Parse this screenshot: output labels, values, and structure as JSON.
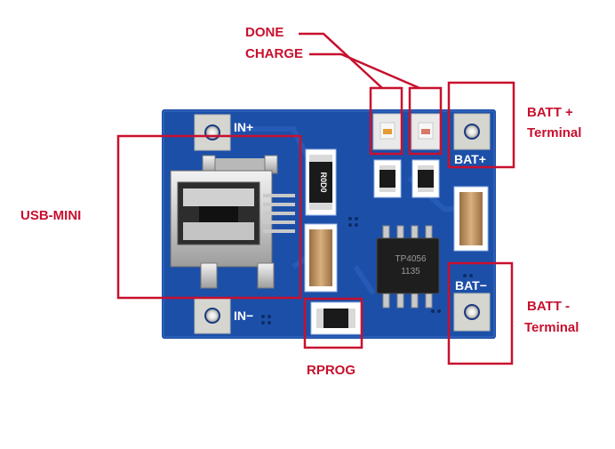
{
  "board": {
    "silkscreen": {
      "in_plus": "IN+",
      "in_minus": "IN−",
      "bat_plus": "BAT+",
      "bat_minus": "BAT−",
      "resistor_top": "R0D0",
      "chip_line1": "TP4056",
      "chip_line2": "1135"
    }
  },
  "labels": {
    "done": "DONE",
    "charge": "CHARGE",
    "batt_plus_line1": "BATT +",
    "batt_plus_line2": "Terminal",
    "usb_mini": "USB-MINI",
    "batt_minus_line1": "BATT -",
    "batt_minus_line2": "Terminal",
    "rprog": "RPROG"
  },
  "colors": {
    "annotation": "#c8102e",
    "pcb": "#1c4fa8",
    "pad": "#d8d8d2"
  }
}
